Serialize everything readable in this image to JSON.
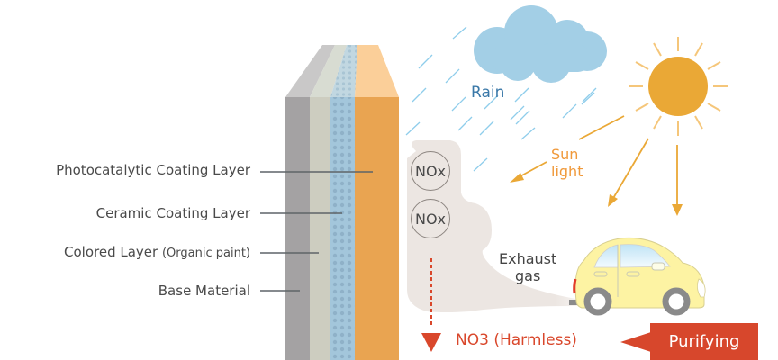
{
  "layers": [
    {
      "label": "Photocatalytic Coating Layer",
      "sub": ""
    },
    {
      "label": "Ceramic Coating Layer",
      "sub": ""
    },
    {
      "label": "Colored Layer",
      "sub": "(Organic paint)"
    },
    {
      "label": "Base Material",
      "sub": ""
    }
  ],
  "rain": {
    "label": "Rain"
  },
  "sun": {
    "label_line1": "Sun",
    "label_line2": "light"
  },
  "exhaust": {
    "label_line1": "Exhaust",
    "label_line2": "gas"
  },
  "pollutants": [
    {
      "label": "NOx"
    },
    {
      "label": "NOx"
    }
  ],
  "result": {
    "label": "NO3 (Harmless)"
  },
  "purifying": {
    "label": "Purifying"
  },
  "colors": {
    "base": "#a4a2a3",
    "colored": "#cdcdc0",
    "ceramic": "#a3c6db",
    "photocatalytic": "#e9a451",
    "accent_red": "#d7472c",
    "sun": "#eaa836",
    "cloud": "#a3cfe6"
  }
}
